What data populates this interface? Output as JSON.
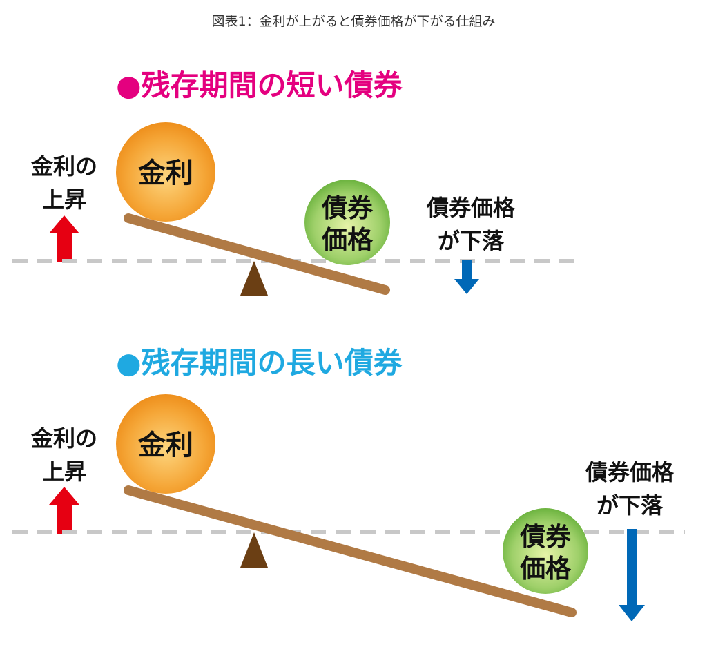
{
  "title": "図表1：金利が上がると債券価格が下がる仕組み",
  "colors": {
    "short_heading": "#e4007f",
    "long_heading": "#1fa9e1",
    "up_arrow": "#e60012",
    "down_arrow": "#0068b7",
    "beam": "#b07a45",
    "fulcrum": "#6b3f14"
  },
  "sections": [
    {
      "heading": "●残存期間の短い債券",
      "rate_label_line1": "金利の",
      "rate_label_line2": "上昇",
      "rate_ball": "金利",
      "bond_ball_line1": "債券",
      "bond_ball_line2": "価格",
      "price_label_line1": "債券価格",
      "price_label_line2": "が下落"
    },
    {
      "heading": "●残存期間の長い債券",
      "rate_label_line1": "金利の",
      "rate_label_line2": "上昇",
      "rate_ball": "金利",
      "bond_ball_line1": "債券",
      "bond_ball_line2": "価格",
      "price_label_line1": "債券価格",
      "price_label_line2": "が下落"
    }
  ]
}
